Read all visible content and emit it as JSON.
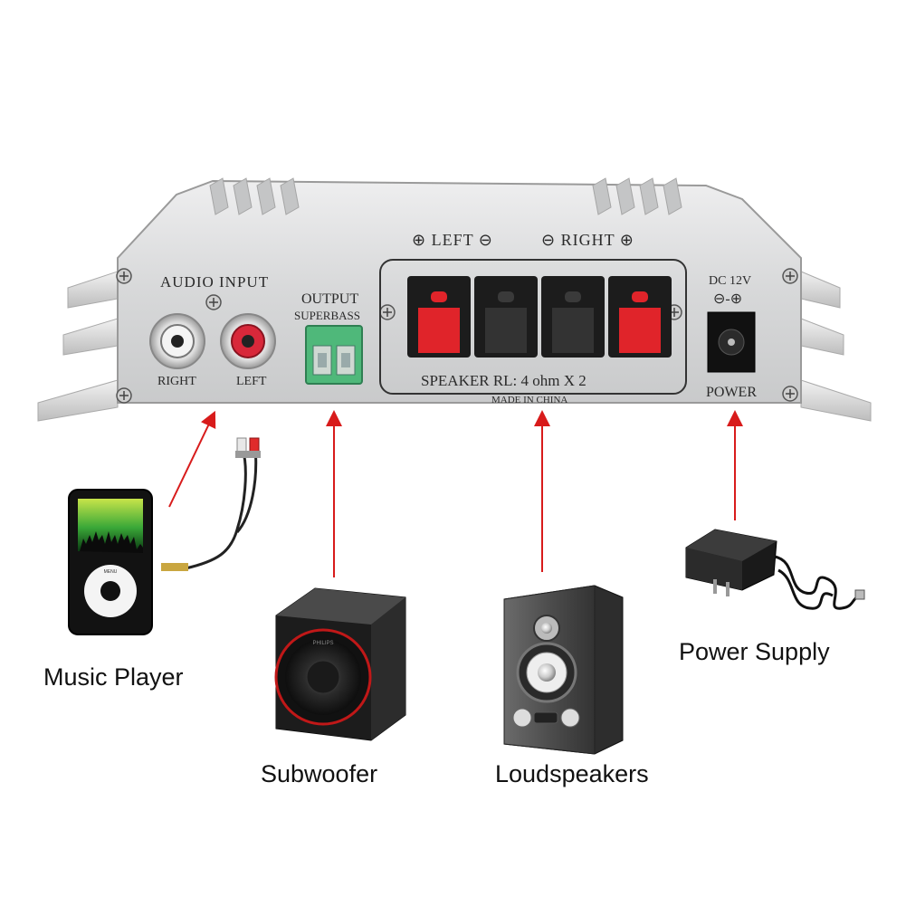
{
  "amplifier": {
    "audio_input_label": "AUDIO INPUT",
    "right_label": "RIGHT",
    "left_label": "LEFT",
    "output_label": "OUTPUT",
    "superbass_label": "SUPERBASS",
    "left_channel_label": "⊕ LEFT ⊖",
    "right_channel_label": "⊖ RIGHT ⊕",
    "speaker_label": "SPEAKER  RL: 4 ohm X 2",
    "made_in_label": "MADE IN CHINA",
    "dc_label": "DC 12V",
    "polarity_label": "⊖-⊕",
    "power_label": "POWER"
  },
  "devices": {
    "music_player": "Music Player",
    "subwoofer": "Subwoofer",
    "loudspeakers": "Loudspeakers",
    "power_supply": "Power Supply",
    "player_menu": "MENU",
    "woofer_brand": "PHILIPS"
  },
  "colors": {
    "arrow": "#d81b1b",
    "panel": "#d9dadb",
    "terminal_red": "#e0242a",
    "terminal_green": "#4fb87a"
  }
}
